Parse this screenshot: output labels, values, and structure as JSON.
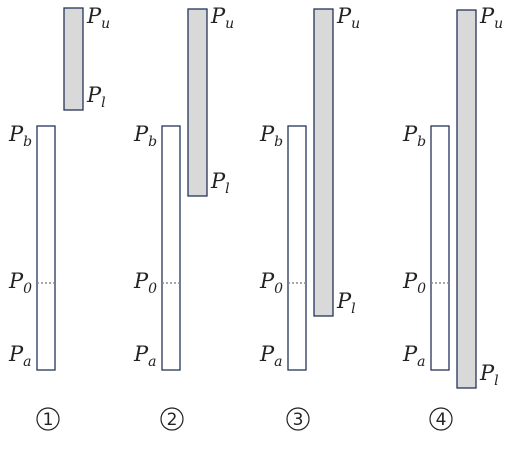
{
  "labels": {
    "p_base": "P",
    "sub_u": "u",
    "sub_l": "l",
    "sub_b": "b",
    "sub_0": "0",
    "sub_a": "a"
  },
  "panels": [
    {
      "number": "1"
    },
    {
      "number": "2"
    },
    {
      "number": "3"
    },
    {
      "number": "4"
    }
  ],
  "colors": {
    "bar_stroke": "#24345a",
    "grey_fill": "#d9d9d9",
    "white_fill": "#ffffff",
    "dotted": "#888888",
    "text": "#222222"
  }
}
